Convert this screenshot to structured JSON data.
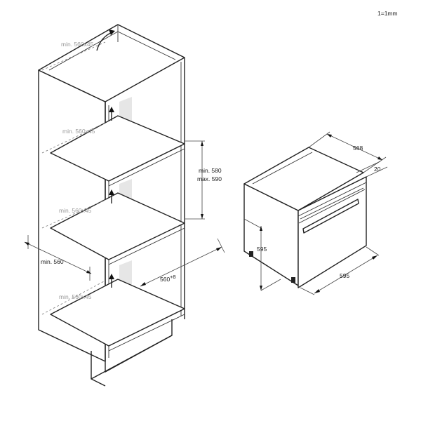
{
  "scale_note": "1=1mm",
  "cabinet": {
    "niche_labels": [
      "min. 560x45",
      "min. 560x45",
      "min. 560x45",
      "min. 560x45"
    ],
    "height_min": "min. 580",
    "height_max": "max. 590",
    "width_label": "min. 560",
    "depth_label": "560",
    "depth_sup": "+8"
  },
  "oven": {
    "depth": "568",
    "door": "20",
    "height": "595",
    "width": "595"
  }
}
